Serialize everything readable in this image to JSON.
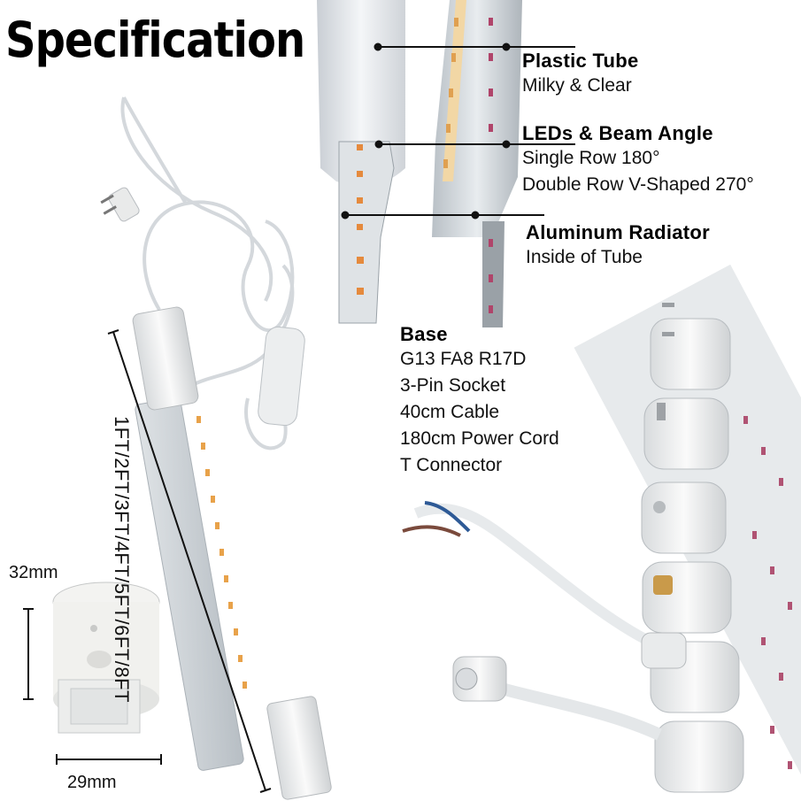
{
  "title": "Specification",
  "callouts": {
    "plastic_tube": {
      "heading": "Plastic Tube",
      "lines": [
        "Milky & Clear"
      ]
    },
    "leds": {
      "heading": "LEDs & Beam Angle",
      "lines": [
        "Single Row 180°",
        "Double Row V-Shaped 270°"
      ]
    },
    "radiator": {
      "heading": "Aluminum Radiator",
      "lines": [
        "Inside of Tube"
      ]
    }
  },
  "base": {
    "heading": "Base",
    "lines": [
      "G13  FA8  R17D",
      "3-Pin Socket",
      "40cm Cable",
      "180cm Power Cord",
      "T Connector"
    ]
  },
  "dimensions": {
    "height": "32mm",
    "width": "29mm",
    "lengths": "1FT/2FT/3FT/4FT/5FT/6FT/8FT"
  }
}
